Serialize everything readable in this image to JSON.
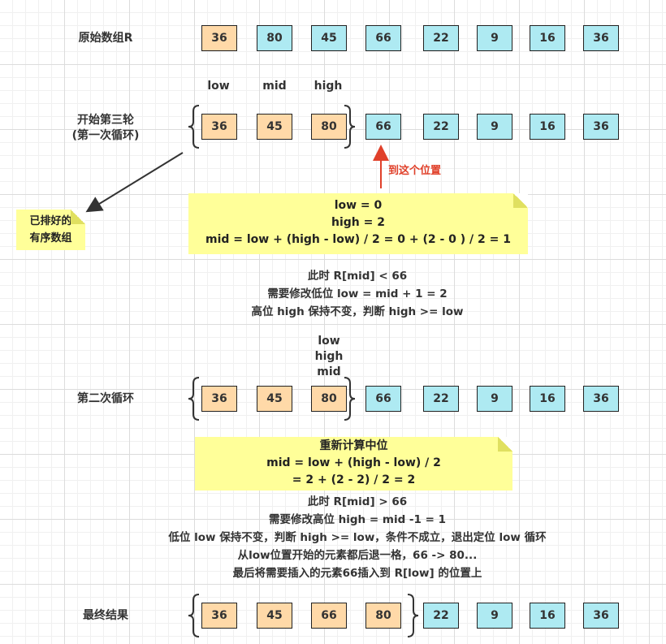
{
  "rows": {
    "original": {
      "label": "原始数组R",
      "values": [
        "36",
        "80",
        "45",
        "66",
        "22",
        "9",
        "16",
        "36"
      ],
      "sorted_count": 1
    },
    "round3": {
      "label_line1": "开始第三轮",
      "label_line2": "(第一次循环)",
      "values": [
        "36",
        "45",
        "80",
        "66",
        "22",
        "9",
        "16",
        "36"
      ],
      "sorted_count": 3,
      "pointers": {
        "low": "low",
        "mid": "mid",
        "high": "high"
      }
    },
    "second_loop": {
      "label": "第二次循环",
      "values": [
        "36",
        "45",
        "80",
        "66",
        "22",
        "9",
        "16",
        "36"
      ],
      "sorted_count": 3,
      "pointers": {
        "low": "low",
        "high": "high",
        "mid": "mid"
      }
    },
    "final": {
      "label": "最终结果",
      "values": [
        "36",
        "45",
        "66",
        "80",
        "22",
        "9",
        "16",
        "36"
      ],
      "sorted_count": 4
    }
  },
  "annotations": {
    "to_position": "到这个位置",
    "sorted_array_line1": "已排好的",
    "sorted_array_line2": "有序数组"
  },
  "note1": {
    "line1": "low = 0",
    "line2": "high = 2",
    "line3": "mid = low + (high - low) / 2 = 0 + (2 - 0 ) / 2 = 1"
  },
  "text1": {
    "line1": "此时 R[mid] < 66",
    "line2": "需要修改低位 low = mid + 1 = 2",
    "line3": "高位 high 保持不变，判断 high >= low"
  },
  "note2": {
    "line1": "重新计算中位",
    "line2": "mid = low + (high - low) / 2",
    "line3": "= 2 + (2 - 2) / 2 = 2"
  },
  "text2": {
    "line1": "此时 R[mid] > 66",
    "line2": "需要修改高位 high = mid -1 = 1",
    "line3": "低位 low 保持不变，判断 high >= low，条件不成立，退出定位 low 循环",
    "line4": "从low位置开始的元素都后退一格，66 -> 80...",
    "line5": "最后将需要插入的元素66插入到 R[low] 的位置上"
  },
  "colors": {
    "sorted": "#ffd9a8",
    "unsorted": "#aeeaf2",
    "note": "#ffff99",
    "arrow_red": "#e0402a",
    "arrow_dark": "#333333"
  }
}
